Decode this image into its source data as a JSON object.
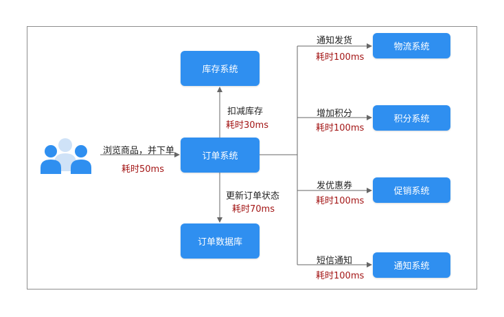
{
  "nodes": {
    "inventory": "库存系统",
    "order": "订单系统",
    "order_db": "订单数据库",
    "logistics": "物流系统",
    "points": "积分系统",
    "promotion": "促销系统",
    "notify": "通知系统"
  },
  "edges": {
    "browse": {
      "label": "浏览商品，并下单",
      "cost": "耗时50ms"
    },
    "deduct": {
      "label": "扣减库存",
      "cost": "耗时30ms"
    },
    "update": {
      "label": "更新订单状态",
      "cost": "耗时70ms"
    },
    "ship": {
      "label": "通知发货",
      "cost": "耗时100ms"
    },
    "points": {
      "label": "增加积分",
      "cost": "耗时100ms"
    },
    "coupon": {
      "label": "发优惠券",
      "cost": "耗时100ms"
    },
    "sms": {
      "label": "短信通知",
      "cost": "耗时100ms"
    }
  },
  "colors": {
    "node": "#2f8ff0",
    "cost": "#a31515",
    "line": "#666666"
  },
  "icons": {
    "user": "users-icon"
  }
}
